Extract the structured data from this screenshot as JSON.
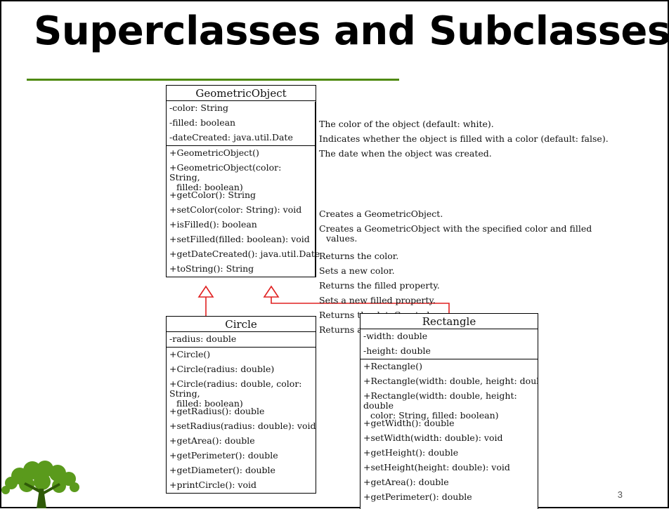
{
  "slide": {
    "title": "Superclasses and Subclasses",
    "page_number": "3",
    "accent_color": "#4f8a10",
    "arrow_color": "#e02020"
  },
  "geometric_object": {
    "name": "GeometricObject",
    "fields": [
      "-color: String",
      "-filled: boolean",
      "-dateCreated: java.util.Date"
    ],
    "methods": [
      [
        "+GeometricObject()"
      ],
      [
        "+GeometricObject(color: String,",
        "filled: boolean)"
      ],
      [
        "+getColor(): String"
      ],
      [
        "+setColor(color: String): void"
      ],
      [
        "+isFilled(): boolean"
      ],
      [
        "+setFilled(filled: boolean): void"
      ],
      [
        "+getDateCreated(): java.util.Date"
      ],
      [
        "+toString(): String"
      ]
    ],
    "descriptions": [
      [
        "The color of the object (default: white)."
      ],
      [
        "Indicates whether the object is filled with a color (default: false)."
      ],
      [
        "The date when the object was created."
      ],
      [
        "Creates a GeometricObject."
      ],
      [
        "Creates a GeometricObject with the specified color and filled",
        "values."
      ],
      [
        "Returns the color."
      ],
      [
        "Sets a new color."
      ],
      [
        "Returns the filled property."
      ],
      [
        "Sets a new filled property."
      ],
      [
        "Returns the dateCreated."
      ],
      [
        "Returns a string representation of this object."
      ]
    ]
  },
  "circle": {
    "name": "Circle",
    "fields": [
      "-radius: double"
    ],
    "methods": [
      [
        "+Circle()"
      ],
      [
        "+Circle(radius: double)"
      ],
      [
        "+Circle(radius: double, color: String,",
        "filled: boolean)"
      ],
      [
        "+getRadius(): double"
      ],
      [
        "+setRadius(radius: double): void"
      ],
      [
        "+getArea(): double"
      ],
      [
        "+getPerimeter(): double"
      ],
      [
        "+getDiameter(): double"
      ],
      [
        "+printCircle(): void"
      ]
    ]
  },
  "rectangle": {
    "name": "Rectangle",
    "fields": [
      "-width: double",
      "-height: double"
    ],
    "methods": [
      [
        "+Rectangle()"
      ],
      [
        "+Rectangle(width: double, height: double)"
      ],
      [
        "+Rectangle(width: double, height: double",
        "color: String, filled: boolean)"
      ],
      [
        "+getWidth(): double"
      ],
      [
        "+setWidth(width: double): void"
      ],
      [
        "+getHeight(): double"
      ],
      [
        "+setHeight(height: double): void"
      ],
      [
        "+getArea(): double"
      ],
      [
        "+getPerimeter(): double"
      ]
    ]
  },
  "icons": {
    "logo": "tree-logo-icon"
  }
}
